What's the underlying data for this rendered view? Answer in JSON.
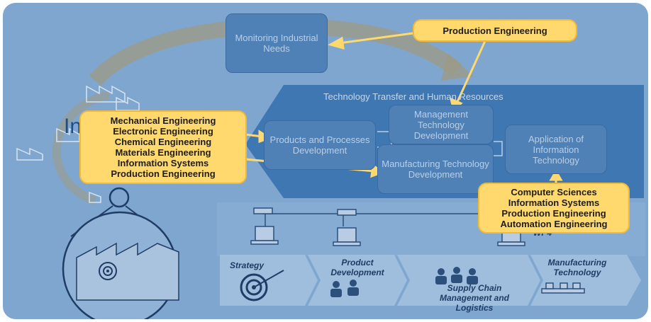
{
  "monitoring_box": {
    "text": "Monitoring Industrial Needs"
  },
  "production_engineering_callout": {
    "text": "Production Engineering"
  },
  "banner": {
    "title": "Technology Transfer and Human Resources"
  },
  "management_box": {
    "text": "Management Technology Development"
  },
  "products_box": {
    "text": "Products and Processes Development"
  },
  "manufacturing_box": {
    "text": "Manufacturing Technology Development"
  },
  "application_box": {
    "text": "Application of Information Technology"
  },
  "left_callout": {
    "lines": [
      "Mechanical Engineering",
      "Electronic Engineering",
      "Chemical Engineering",
      "Materials Engineering",
      "Information Systems",
      "Production Engineering"
    ]
  },
  "right_callout": {
    "lines": [
      "Computer Sciences",
      "Information Systems",
      "Production Engineering",
      "Automation Engineering"
    ]
  },
  "partial_label": "In",
  "wp_label": "WP4",
  "process_steps": [
    "Strategy",
    "Product Development",
    "Supply Chain Management and Logistics",
    "Manufacturing Technology"
  ],
  "colors": {
    "background": "#7fa6cf",
    "banner": "#3f77b3",
    "box": "#4f80b6",
    "callout": "#ffd86e",
    "arc": "#9e9a84"
  }
}
